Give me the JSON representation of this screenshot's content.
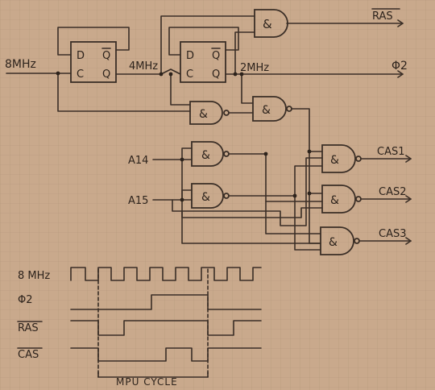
{
  "inputs": {
    "clock": "8MHz",
    "a14": "A14",
    "a15": "A15"
  },
  "flipflop": {
    "d": "D",
    "c": "C",
    "qbar": "Q",
    "q": "Q"
  },
  "gate_symbol": "&",
  "internal": {
    "clk4": "4MHz",
    "clk2": "2MHz"
  },
  "outputs": {
    "ras": "RAS",
    "phi2": "Φ2",
    "cas1": "CAS1",
    "cas2": "CAS2",
    "cas3": "CAS3"
  },
  "timing": {
    "labels": [
      "8 MHz",
      "Φ2",
      "RAS",
      "CAS"
    ],
    "caption": "MPU CYCLE"
  },
  "colors": {
    "paper": "#c9a98c",
    "grid": "#b3957a",
    "ink": "#3a2e26"
  }
}
